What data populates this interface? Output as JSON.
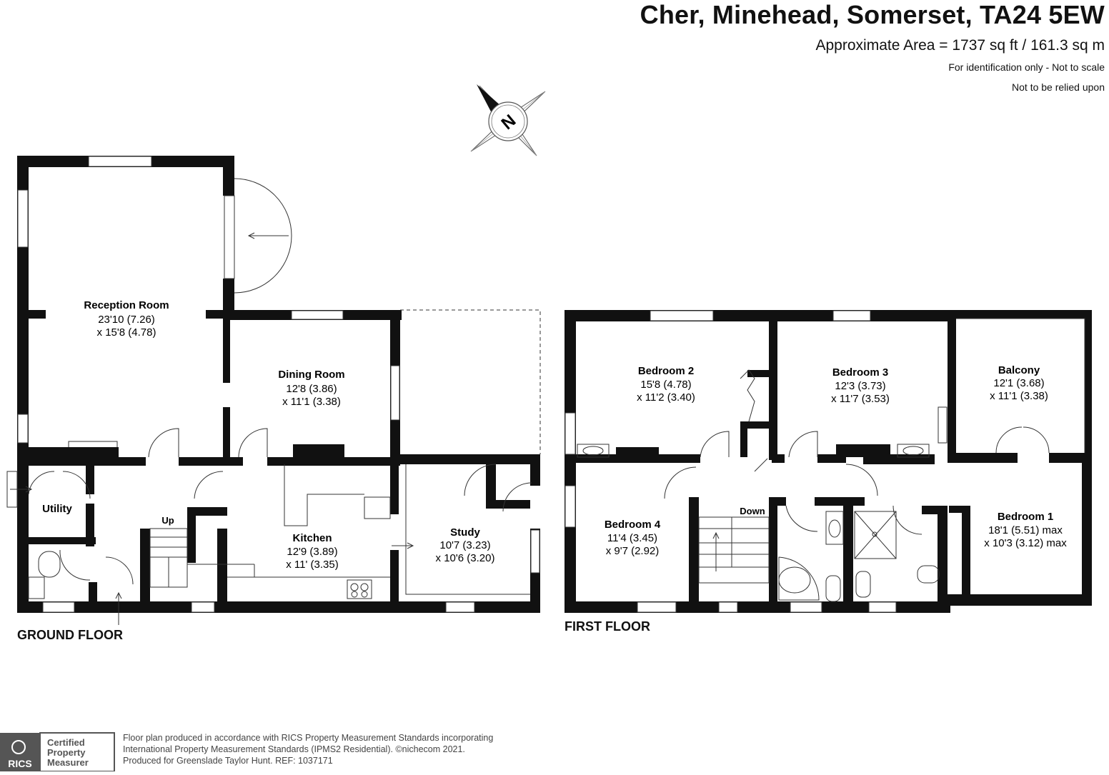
{
  "header": {
    "title": "Cher, Minehead, Somerset, TA24 5EW",
    "area": "Approximate Area = 1737 sq ft / 161.3 sq m",
    "note_scale": "For identification only - Not to scale",
    "note_relied": "Not to be relied upon"
  },
  "compass": {
    "label": "N",
    "icon": "compass-icon"
  },
  "ground_floor": {
    "label": "GROUND FLOOR",
    "rooms": {
      "reception": {
        "name": "Reception Room",
        "dim1": "23'10 (7.26)",
        "dim2": "x 15'8 (4.78)"
      },
      "dining": {
        "name": "Dining Room",
        "dim1": "12'8 (3.86)",
        "dim2": "x 11'1 (3.38)"
      },
      "kitchen": {
        "name": "Kitchen",
        "dim1": "12'9 (3.89)",
        "dim2": "x 11' (3.35)"
      },
      "study": {
        "name": "Study",
        "dim1": "10'7 (3.23)",
        "dim2": "x 10'6 (3.20)"
      },
      "utility": {
        "name": "Utility"
      }
    },
    "stairs_label": "Up"
  },
  "first_floor": {
    "label": "FIRST FLOOR",
    "rooms": {
      "bedroom2": {
        "name": "Bedroom 2",
        "dim1": "15'8 (4.78)",
        "dim2": "x 11'2 (3.40)"
      },
      "bedroom3": {
        "name": "Bedroom 3",
        "dim1": "12'3 (3.73)",
        "dim2": "x 11'7 (3.53)"
      },
      "balcony": {
        "name": "Balcony",
        "dim1": "12'1 (3.68)",
        "dim2": "x 11'1 (3.38)"
      },
      "bedroom4": {
        "name": "Bedroom 4",
        "dim1": "11'4 (3.45)",
        "dim2": "x 9'7 (2.92)"
      },
      "bedroom1": {
        "name": "Bedroom 1",
        "dim1": "18'1 (5.51) max",
        "dim2": "x 10'3 (3.12) max"
      }
    },
    "stairs_label": "Down"
  },
  "footer": {
    "badge_brand": "RICS",
    "badge_line1": "Certified",
    "badge_line2": "Property",
    "badge_line3": "Measurer",
    "line1": "Floor plan produced in accordance with RICS Property Measurement Standards incorporating",
    "line2": "International Property Measurement Standards (IPMS2 Residential).  ©nichecom 2021.",
    "line3": "Produced for Greenslade Taylor Hunt.   REF: 1037171"
  }
}
